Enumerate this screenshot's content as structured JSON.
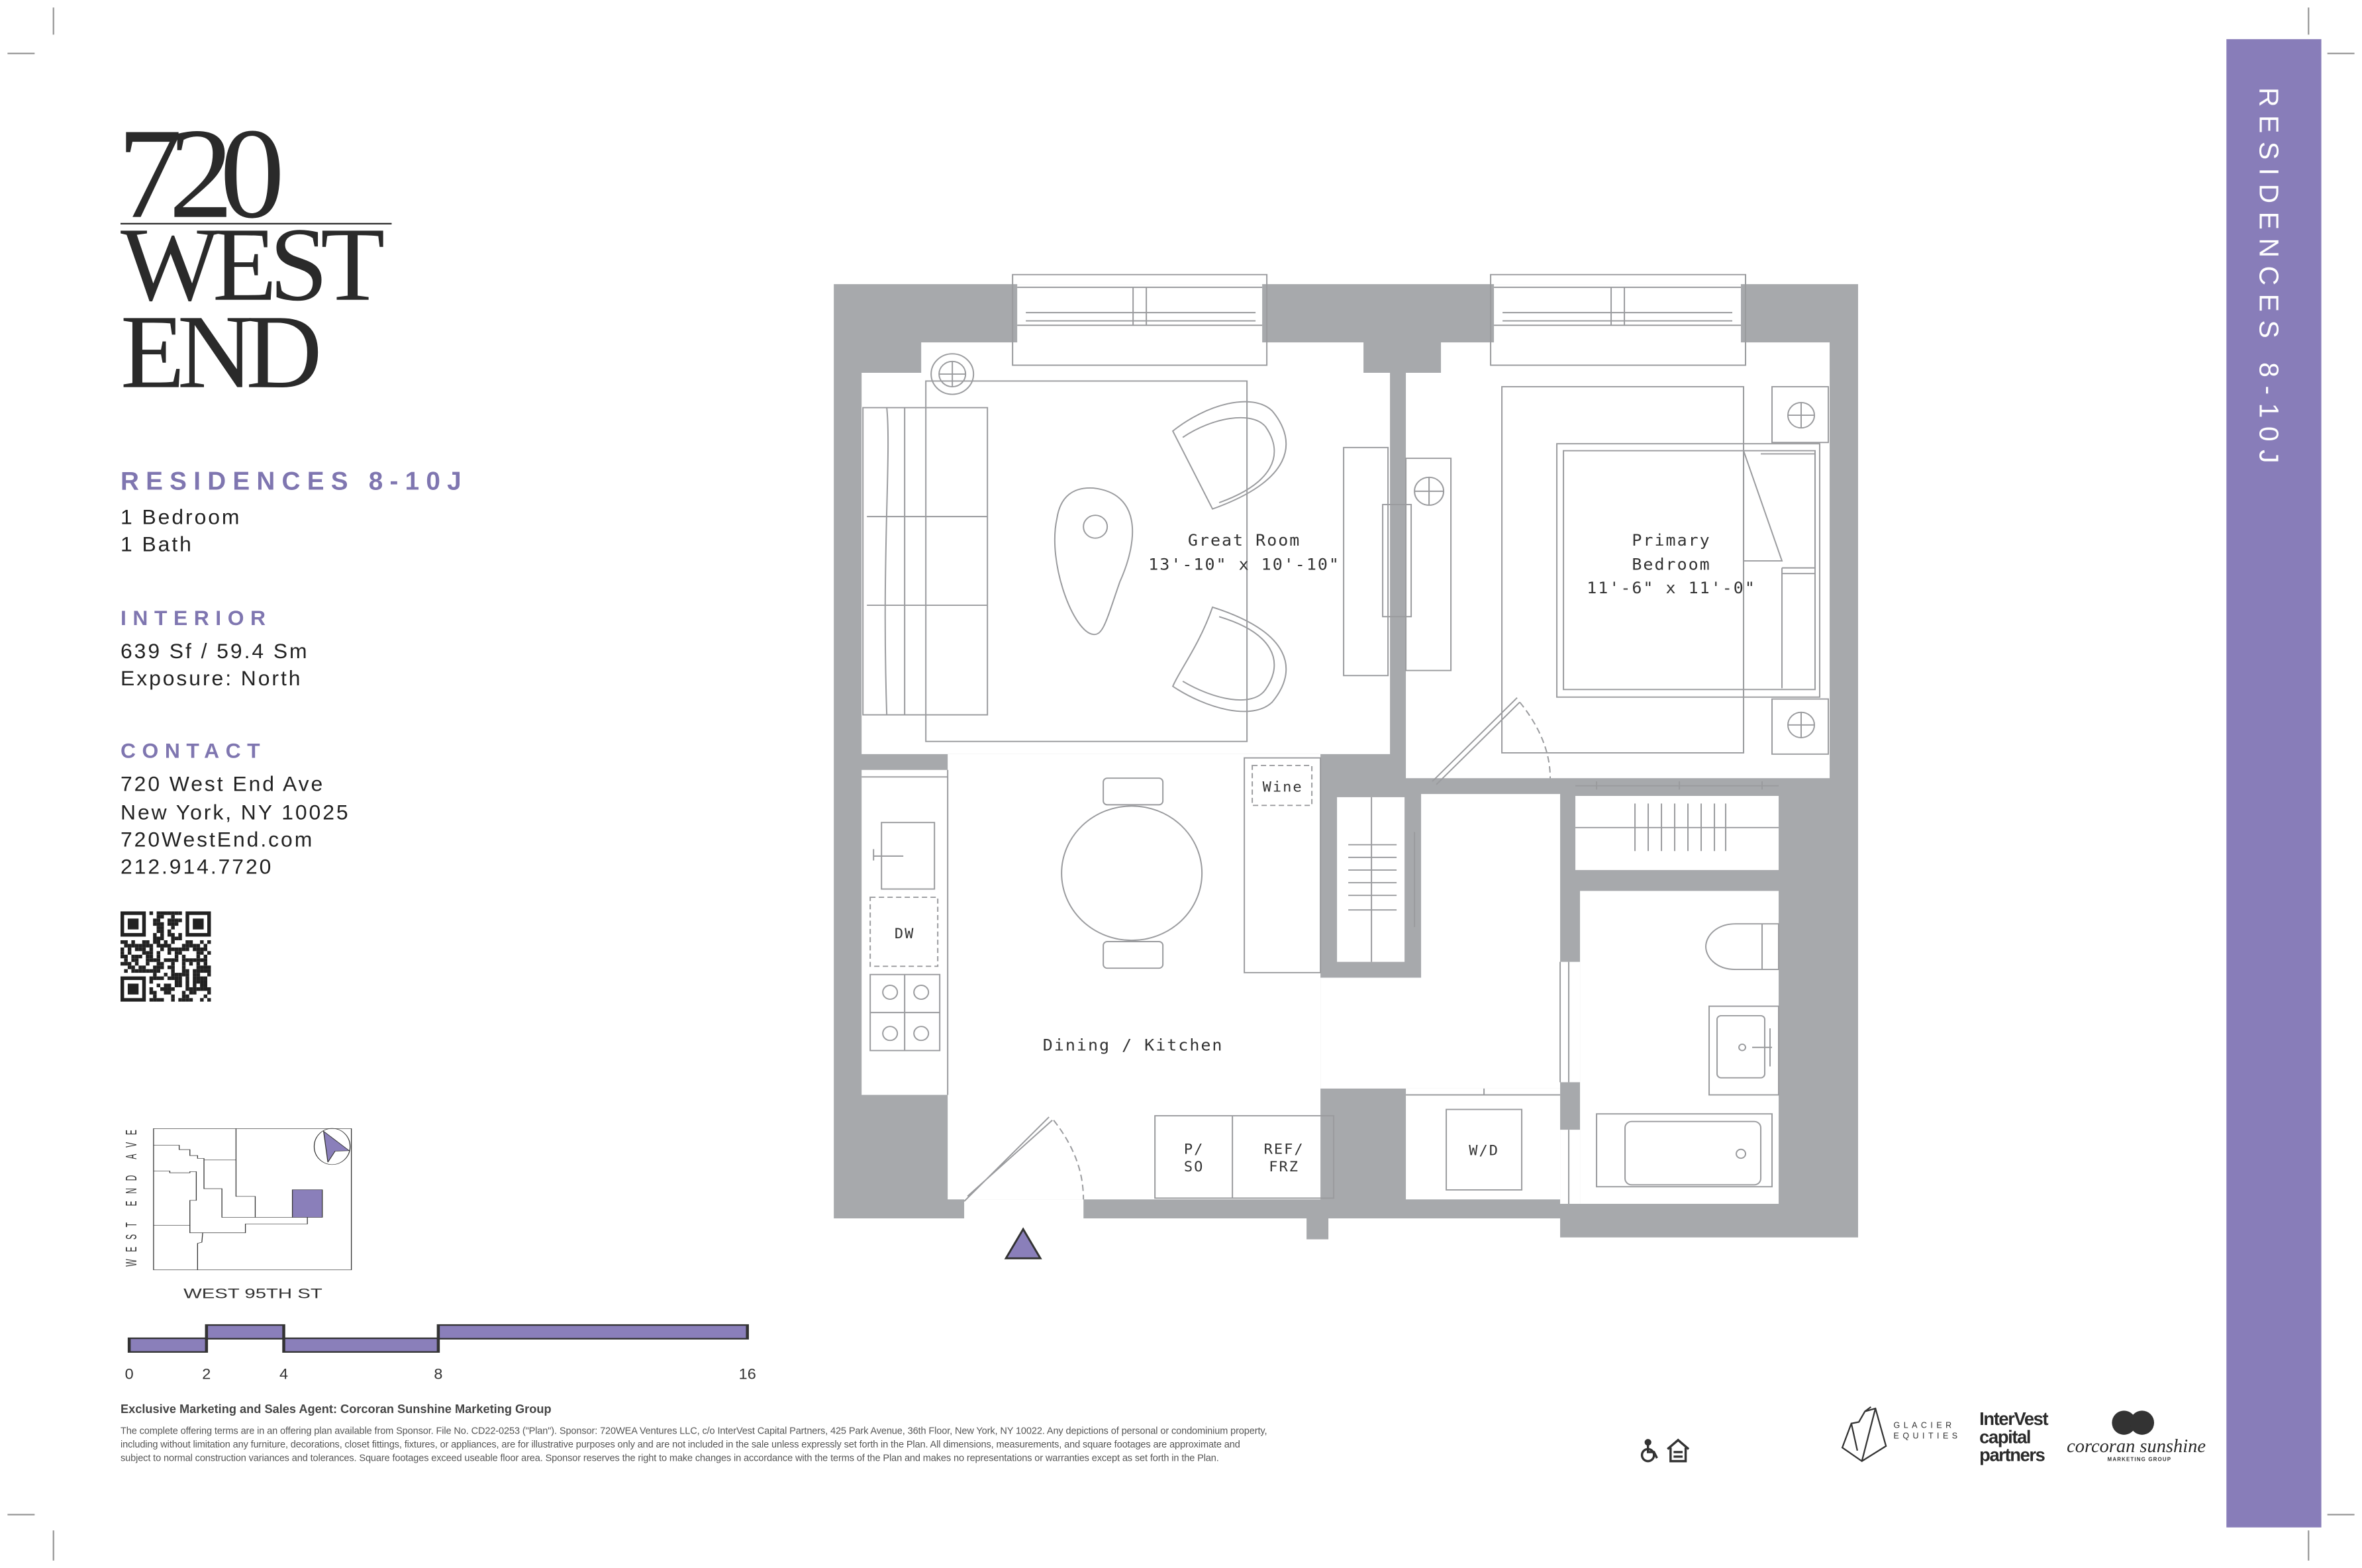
{
  "logo": {
    "line1": "720",
    "line2": "WEST",
    "line3": "END"
  },
  "residence": {
    "title": "RESIDENCES 8-10J",
    "bedrooms": "1 Bedroom",
    "baths": "1 Bath"
  },
  "interior": {
    "heading": "INTERIOR",
    "area": "639 Sf / 59.4 Sm",
    "exposure": "Exposure: North"
  },
  "contact": {
    "heading": "CONTACT",
    "address": "720 West End Ave",
    "city": "New York, NY 10025",
    "website": "720WestEnd.com",
    "phone": "212.914.7720"
  },
  "site_map": {
    "street_vertical": "WEST END AVE",
    "street_horizontal": "WEST 95TH ST",
    "highlight_color": "#8a7fba",
    "compass_icon": "north-arrow-icon"
  },
  "scale_bar": {
    "ticks": [
      "0",
      "2",
      "4",
      "8",
      "16"
    ],
    "color": "#8a7fba"
  },
  "floor_plan": {
    "wall_color": "#a7a9ac",
    "great_room": {
      "name": "Great Room",
      "dims": "13'-10\" x 10'-10\""
    },
    "bedroom": {
      "name1": "Primary",
      "name2": "Bedroom",
      "dims": "11'-6\" x 11'-0\""
    },
    "dining": "Dining / Kitchen",
    "wine": "Wine",
    "dw": "DW",
    "pso1": "P/",
    "pso2": "SO",
    "ref1": "REF/",
    "ref2": "FRZ",
    "wd": "W/D",
    "entry_icon": "entry-triangle-icon"
  },
  "side_band": {
    "text": "RESIDENCES 8-10J",
    "color": "#887db9"
  },
  "footer": {
    "agent": "Exclusive Marketing and Sales Agent: Corcoran Sunshine Marketing Group",
    "disclaimer": [
      "The complete offering terms are in an offering plan available from Sponsor. File No. CD22-0253 (\"Plan\"). Sponsor: 720WEA Ventures LLC, c/o InterVest Capital Partners, 425 Park Avenue, 36th Floor, New York, NY 10022. Any depictions of personal or condominium property,",
      "including without limitation any furniture, decorations, closet fittings, fixtures, or appliances, are for illustrative purposes only and are not included in the sale unless expressly set forth in the Plan. All dimensions, measurements, and square footages are approximate and",
      "subject to normal construction variances and tolerances. Square footages exceed useable floor area. Sponsor reserves the right to make changes in accordance with the terms of the Plan and makes no representations or warranties except as set forth in the Plan."
    ],
    "icons": [
      "accessibility-icon",
      "equal-housing-icon"
    ]
  },
  "partners": {
    "glacier1": "GLACIER",
    "glacier2": "EQUITIES",
    "intervest1": "InterVest",
    "intervest2": "capital",
    "intervest3": "partners",
    "corcoran": "corcoran sunshine",
    "corcoran_sub": "MARKETING GROUP"
  }
}
